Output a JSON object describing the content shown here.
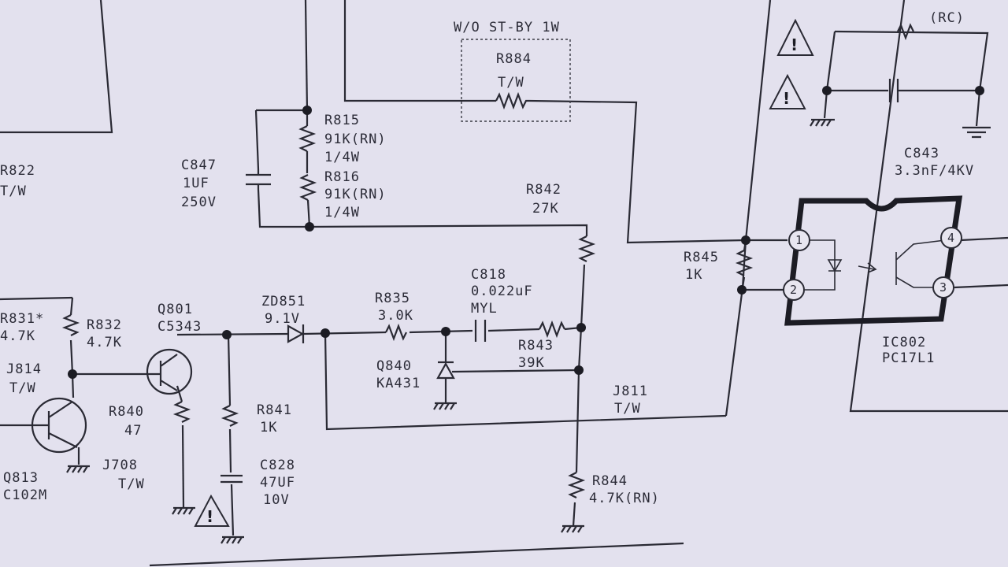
{
  "labels": {
    "wo_standby": "W/O ST-BY 1W",
    "r884": "R884",
    "r884_tw": "T/W",
    "rc": "(RC)",
    "c843": "C843",
    "c843_val": "3.3nF/4KV",
    "r822": "R822",
    "r822_tw": "T/W",
    "c847": "C847",
    "c847_val1": "1UF",
    "c847_val2": "250V",
    "r815": "R815",
    "r815_val1": "91K(RN)",
    "r815_val2": "1/4W",
    "r816": "R816",
    "r816_val1": "91K(RN)",
    "r816_val2": "1/4W",
    "r842": "R842",
    "r842_val": "27K",
    "r845": "R845",
    "r845_val": "1K",
    "ic802": "IC802",
    "ic802_part": "PC17L1",
    "r831": "R831*",
    "r831_val": "4.7K",
    "r832": "R832",
    "r832_val": "4.7K",
    "q801": "Q801",
    "q801_part": "C5343",
    "zd851": "ZD851",
    "zd851_val": "9.1V",
    "r835": "R835",
    "r835_val": "3.0K",
    "c818": "C818",
    "c818_val1": "0.022uF",
    "c818_val2": "MYL",
    "r843": "R843",
    "r843_val": "39K",
    "q840": "Q840",
    "q840_part": "KA431",
    "j814": "J814",
    "j814_tw": "T/W",
    "r840": "R840",
    "r840_val": "47",
    "r841": "R841",
    "r841_val": "1K",
    "j811": "J811",
    "j811_tw": "T/W",
    "q813": "Q813",
    "q813_part": "C102M",
    "j708": "J708",
    "j708_tw": "T/W",
    "c828": "C828",
    "c828_val1": "47UF",
    "c828_val2": "10V",
    "r844": "R844",
    "r844_val": "4.7K(RN)"
  },
  "ic_pins": [
    "1",
    "2",
    "3",
    "4"
  ],
  "warning_mark": "!"
}
